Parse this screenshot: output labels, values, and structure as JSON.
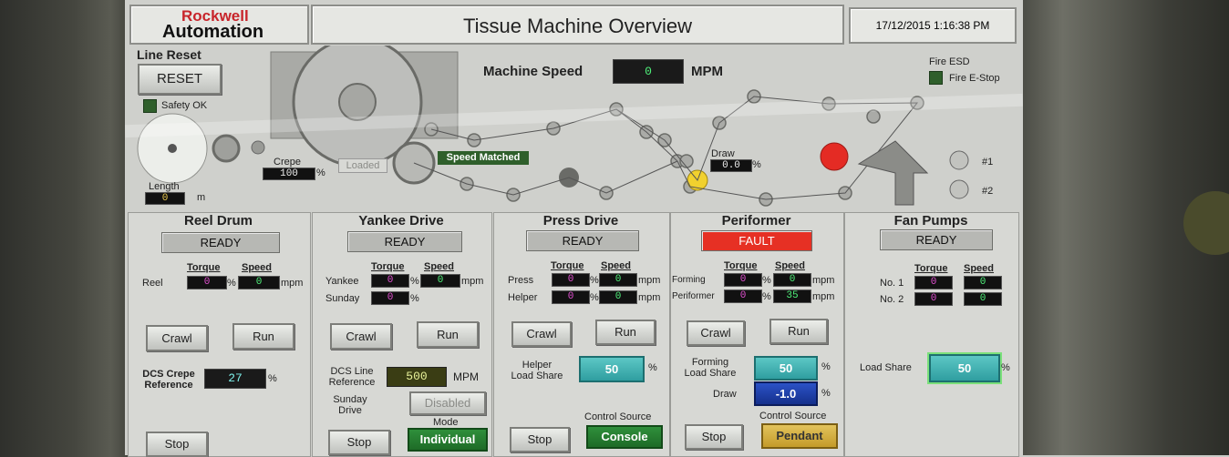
{
  "header": {
    "logo_line1": "Rockwell",
    "logo_line2": "Automation",
    "title": "Tissue Machine Overview",
    "datetime": "17/12/2015 1:16:38 PM"
  },
  "line_reset": {
    "label": "Line Reset",
    "button": "RESET",
    "safety": "Safety OK"
  },
  "machine_speed": {
    "label": "Machine Speed",
    "value": "0",
    "unit": "MPM"
  },
  "fire": {
    "label": "Fire ESD",
    "estop": "Fire E-Stop"
  },
  "diagram": {
    "length_label": "Length",
    "length_value": "0",
    "length_unit": "m",
    "crepe_label": "Crepe",
    "crepe_value": "100",
    "crepe_unit": "%",
    "loaded": "Loaded",
    "speed_matched": "Speed Matched",
    "draw_label": "Draw",
    "draw_value": "0.0",
    "draw_unit": "%",
    "fan1": "#1",
    "fan2": "#2"
  },
  "reel": {
    "title": "Reel Drum",
    "status": "READY",
    "col_torque": "Torque",
    "col_speed": "Speed",
    "row_label": "Reel",
    "torque": "0",
    "speed": "0",
    "pct": "%",
    "mpm": "mpm",
    "crawl": "Crawl",
    "run": "Run",
    "dcs_label": "DCS Crepe\nReference",
    "dcs_value": "27",
    "dcs_unit": "%",
    "stop": "Stop"
  },
  "yankee": {
    "title": "Yankee Drive",
    "status": "READY",
    "col_torque": "Torque",
    "col_speed": "Speed",
    "row1": "Yankee",
    "row1_torque": "0",
    "row1_speed": "0",
    "row2": "Sunday",
    "row2_torque": "0",
    "pct": "%",
    "mpm": "mpm",
    "crawl": "Crawl",
    "run": "Run",
    "dcs_label": "DCS Line\nReference",
    "dcs_value": "500",
    "dcs_unit": "MPM",
    "sunday_label": "Sunday\nDrive",
    "sunday_btn": "Disabled",
    "mode_label": "Mode",
    "mode_btn": "Individual",
    "stop": "Stop"
  },
  "press": {
    "title": "Press Drive",
    "status": "READY",
    "col_torque": "Torque",
    "col_speed": "Speed",
    "row1": "Press",
    "row1_torque": "0",
    "row1_speed": "0",
    "row2": "Helper",
    "row2_torque": "0",
    "row2_speed": "0",
    "pct": "%",
    "mpm": "mpm",
    "crawl": "Crawl",
    "run": "Run",
    "helper_label": "Helper\nLoad Share",
    "helper_value": "50",
    "helper_unit": "%",
    "stop": "Stop",
    "cs_label": "Control Source",
    "cs_btn": "Console"
  },
  "periformer": {
    "title": "Periformer",
    "status": "FAULT",
    "col_torque": "Torque",
    "col_speed": "Speed",
    "row1": "Forming",
    "row1_torque": "0",
    "row1_speed": "0",
    "row2": "Periformer",
    "row2_torque": "0",
    "row2_speed": "35",
    "pct": "%",
    "mpm": "mpm",
    "crawl": "Crawl",
    "run": "Run",
    "fls_label": "Forming\nLoad Share",
    "fls_value": "50",
    "fls_unit": "%",
    "draw_label": "Draw",
    "draw_value": "-1.0",
    "draw_unit": "%",
    "stop": "Stop",
    "cs_label": "Control Source",
    "cs_btn": "Pendant"
  },
  "fan": {
    "title": "Fan Pumps",
    "status": "READY",
    "col_torque": "Torque",
    "col_speed": "Speed",
    "row1": "No. 1",
    "row1_torque": "0",
    "row1_speed": "0",
    "row2": "No. 2",
    "row2_torque": "0",
    "row2_speed": "0",
    "ls_label": "Load Share",
    "ls_value": "50",
    "ls_unit": "%"
  }
}
